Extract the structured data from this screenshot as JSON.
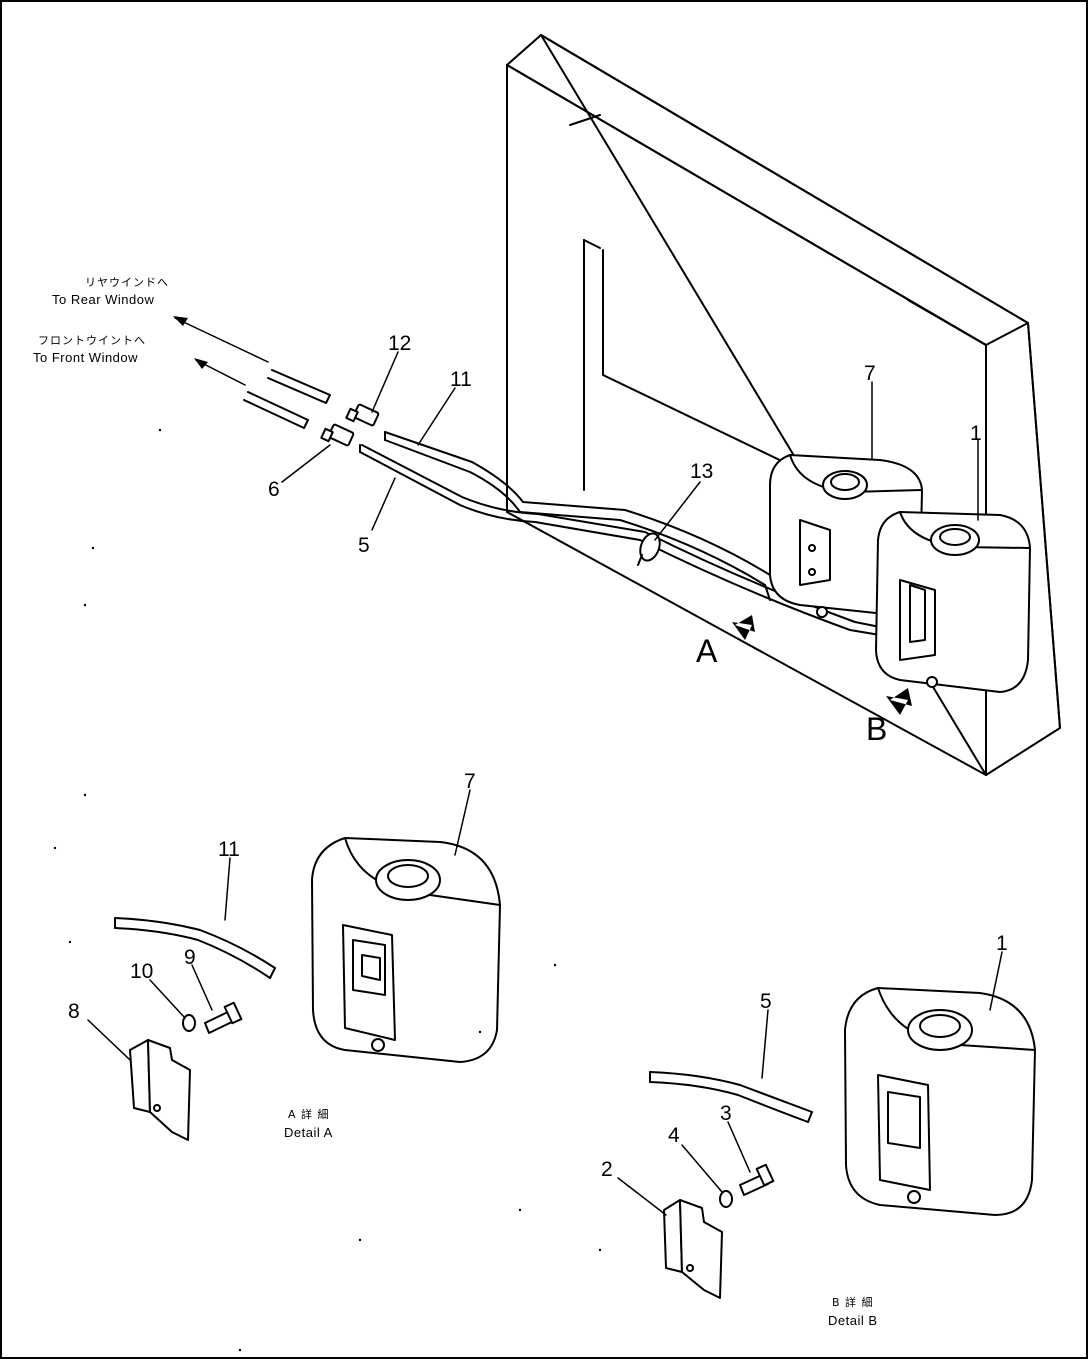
{
  "annotations": {
    "rear_window_jp": "リヤウインドへ",
    "rear_window_en": "To Rear Window",
    "front_window_jp": "フロントウイントへ",
    "front_window_en": "To Front Window",
    "detail_a_jp": "A 詳 細",
    "detail_a_en": "Detail A",
    "detail_b_jp": "B 詳 細",
    "detail_b_en": "Detail B",
    "view_a": "A",
    "view_b": "B"
  },
  "part_numbers": {
    "p1_top": "1",
    "p7_top": "7",
    "p13": "13",
    "p12": "12",
    "p11_top": "11",
    "p6": "6",
    "p5_top": "5",
    "p7_detail": "7",
    "p11_detail": "11",
    "p9": "9",
    "p10": "10",
    "p8": "8",
    "p1_detail": "1",
    "p5_detail": "5",
    "p3": "3",
    "p4": "4",
    "p2": "2"
  }
}
